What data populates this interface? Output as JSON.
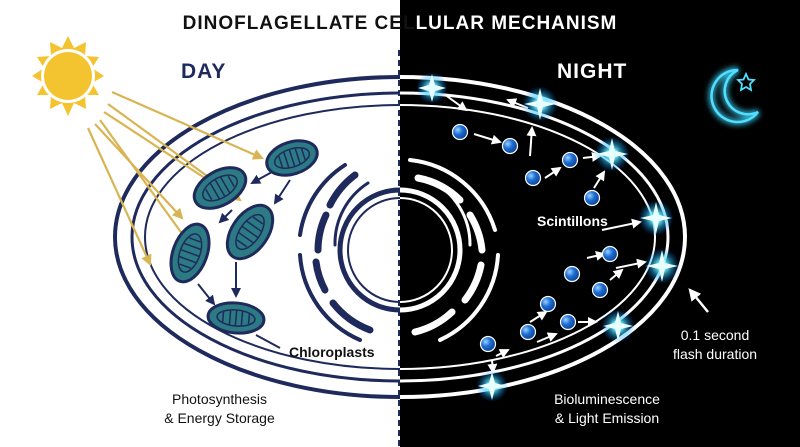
{
  "title": {
    "left": "DINOFLAGELLATE CEL",
    "right": "LULAR MECHANISM"
  },
  "day": {
    "heading": "DAY",
    "label_chloroplasts": "Chloroplasts",
    "caption_line1": "Photosynthesis",
    "caption_line2": "& Energy Storage"
  },
  "night": {
    "heading": "NIGHT",
    "label_scintillons": "Scintillons",
    "flash_line1": "0.1 second",
    "flash_line2": "flash duration",
    "caption_line1": "Bioluminescence",
    "caption_line2": "& Light Emission"
  },
  "colors": {
    "night_bg": "#000000",
    "cell_outline_day": "#1f2a5c",
    "chloroplast_fill": "#2b7a84",
    "sun": "#f4c430",
    "sun_rays": "#d9b452",
    "scintillon": "#1e6fd6",
    "glow": "#3fd8ff"
  },
  "icons": [
    "sun-icon",
    "crescent-moon-icon",
    "star-icon"
  ]
}
